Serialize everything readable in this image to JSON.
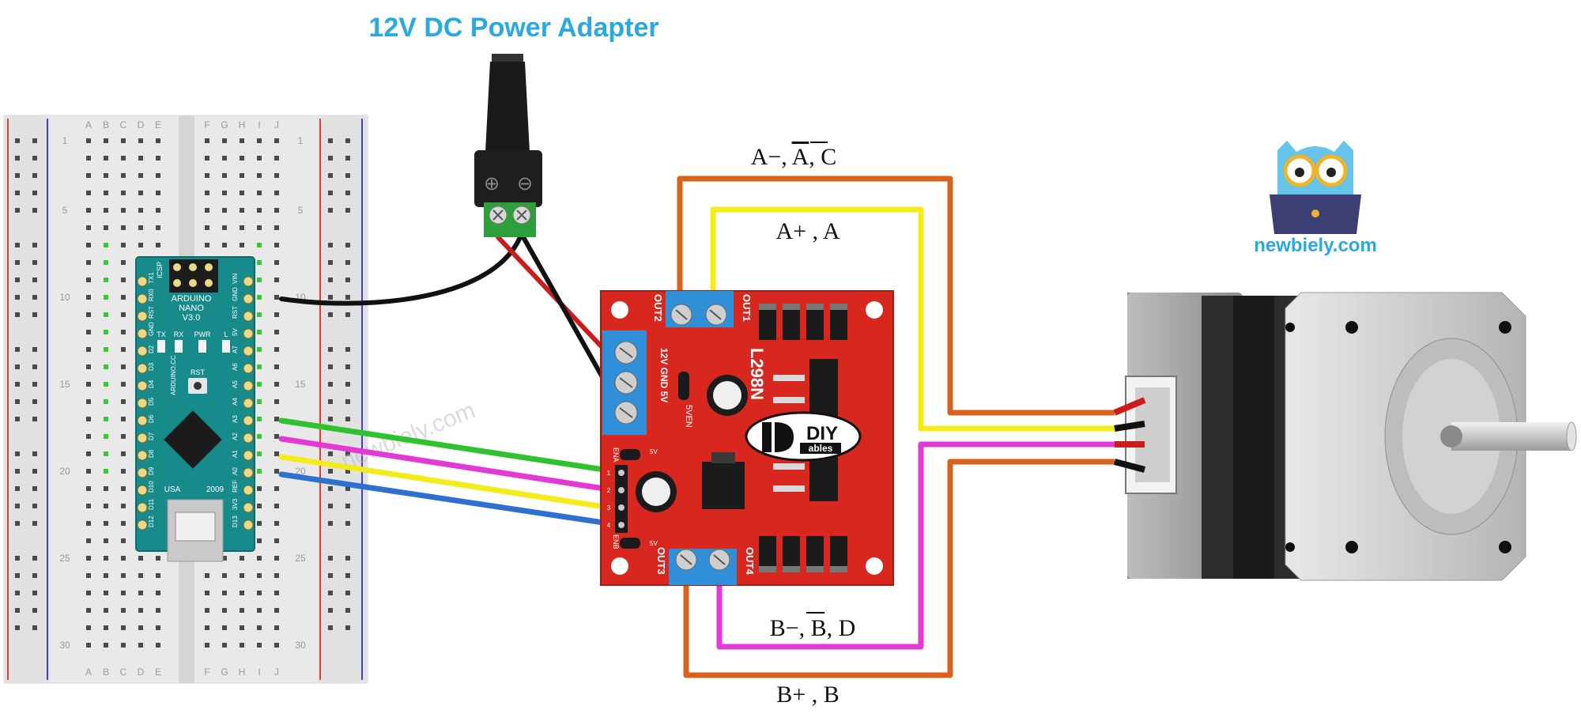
{
  "title": "12V DC Power Adapter",
  "brand": {
    "name": "newbiely.com",
    "watermark": "newbiely.com",
    "icon": "owl-laptop-icon"
  },
  "breadboard": {
    "columns_left": [
      "A",
      "B",
      "C",
      "D",
      "E"
    ],
    "columns_right": [
      "F",
      "G",
      "H",
      "I",
      "J"
    ],
    "row_numbers": [
      "1",
      "5",
      "10",
      "15",
      "20",
      "25",
      "30"
    ]
  },
  "arduino": {
    "name": "ARDUINO",
    "model": "NANO",
    "version": "V3.0",
    "icsp": "ICSP",
    "leds": [
      "TX",
      "RX",
      "PWR",
      "L"
    ],
    "reset": "RST",
    "brand_vertical": "ARDUINO.CC",
    "country": "USA",
    "year": "2009",
    "pins_left": [
      "TX1",
      "RX0",
      "RST",
      "GND",
      "D2",
      "D3",
      "D4",
      "D5",
      "D6",
      "D7",
      "D8",
      "D9",
      "D10",
      "D11",
      "D12"
    ],
    "pins_right": [
      "VIN",
      "GND",
      "RST",
      "5V",
      "A7",
      "A6",
      "A5",
      "A4",
      "A3",
      "A2",
      "A1",
      "A0",
      "REF",
      "3V3",
      "D13"
    ]
  },
  "driver": {
    "chip": "L298N",
    "out1": "OUT1",
    "out2": "OUT2",
    "out3": "OUT3",
    "out4": "OUT4",
    "power_terms": [
      "12V",
      "GND",
      "5V"
    ],
    "jumper_label": "5VEN",
    "ena": "ENA",
    "enb": "ENB",
    "logo_main": "DIY",
    "logo_sub": "ables",
    "pin_labels": [
      "1",
      "2",
      "3",
      "4"
    ],
    "five_v": "5V"
  },
  "power_jack": {
    "plus": "⊕",
    "minus": "⊖"
  },
  "wire_labels": {
    "a_minus_prefix": "A−, ",
    "a_minus_bar": "A",
    "a_minus_suffix": ", C",
    "a_plus": "A+ , A",
    "b_minus_prefix": "B−, ",
    "b_minus_bar": "B",
    "b_minus_suffix": ", D",
    "b_plus": "B+ , B"
  },
  "colors": {
    "title": "#29a9e0",
    "brand": "#29a9e0",
    "board_red": "#d8271e",
    "terminal_blue": "#2f8fd8",
    "arduino_teal": "#178b8b",
    "orange_wire": "#d9621a",
    "yellow_wire": "#f3ec1a",
    "magenta_wire": "#e33ad6",
    "green_wire": "#2ec22e",
    "blue_wire": "#2f6fcf",
    "black_wire": "#111111",
    "motor_grey": "#9c9c9c"
  }
}
